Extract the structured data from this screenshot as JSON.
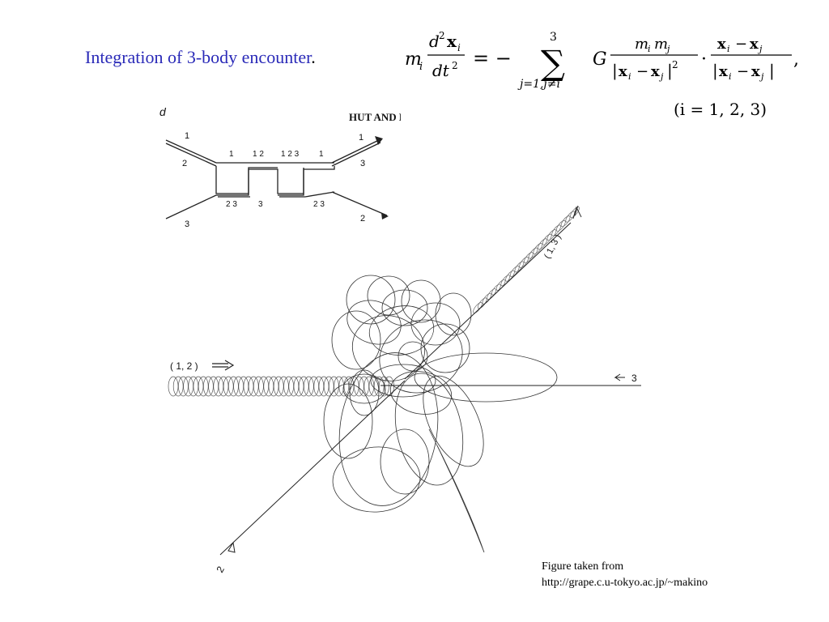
{
  "title": {
    "text": "Integration of 3-body encounter",
    "period": ".",
    "color": "#2a2ab8"
  },
  "equation": {
    "m": "m",
    "i": "i",
    "j": "j",
    "d": "d",
    "two": "2",
    "x": "x",
    "dt": "dt",
    "equals_minus": "= −",
    "sum_upper": "3",
    "sum_symbol": "∑",
    "sum_lower": "j=1,j≠i",
    "G": "G",
    "minus": "−",
    "dot": "·",
    "comma": ",",
    "abs_open": "|",
    "abs_close": "|",
    "index_condition": "(i = 1, 2, 3)"
  },
  "schematic": {
    "journal_header": "HUT AND BAHCALL",
    "corner_fragment": "d",
    "labels_left": [
      "1",
      "2",
      "3"
    ],
    "labels_right": [
      "1",
      "3",
      "2"
    ],
    "top_segment_labels": [
      "1",
      "1 2",
      "1 2 3",
      "1"
    ],
    "bottom_segment_labels": [
      "2 3",
      "3",
      "2 3"
    ]
  },
  "encounter": {
    "incoming_binary_label": "( 1, 2 )",
    "outgoing_binary_label": "( 1, 3 )",
    "incoming_single_label": "3",
    "outgoing_single_label": "2"
  },
  "credit": {
    "line1": "Figure taken from",
    "line2": "http://grape.c.u-tokyo.ac.jp/~makino"
  }
}
